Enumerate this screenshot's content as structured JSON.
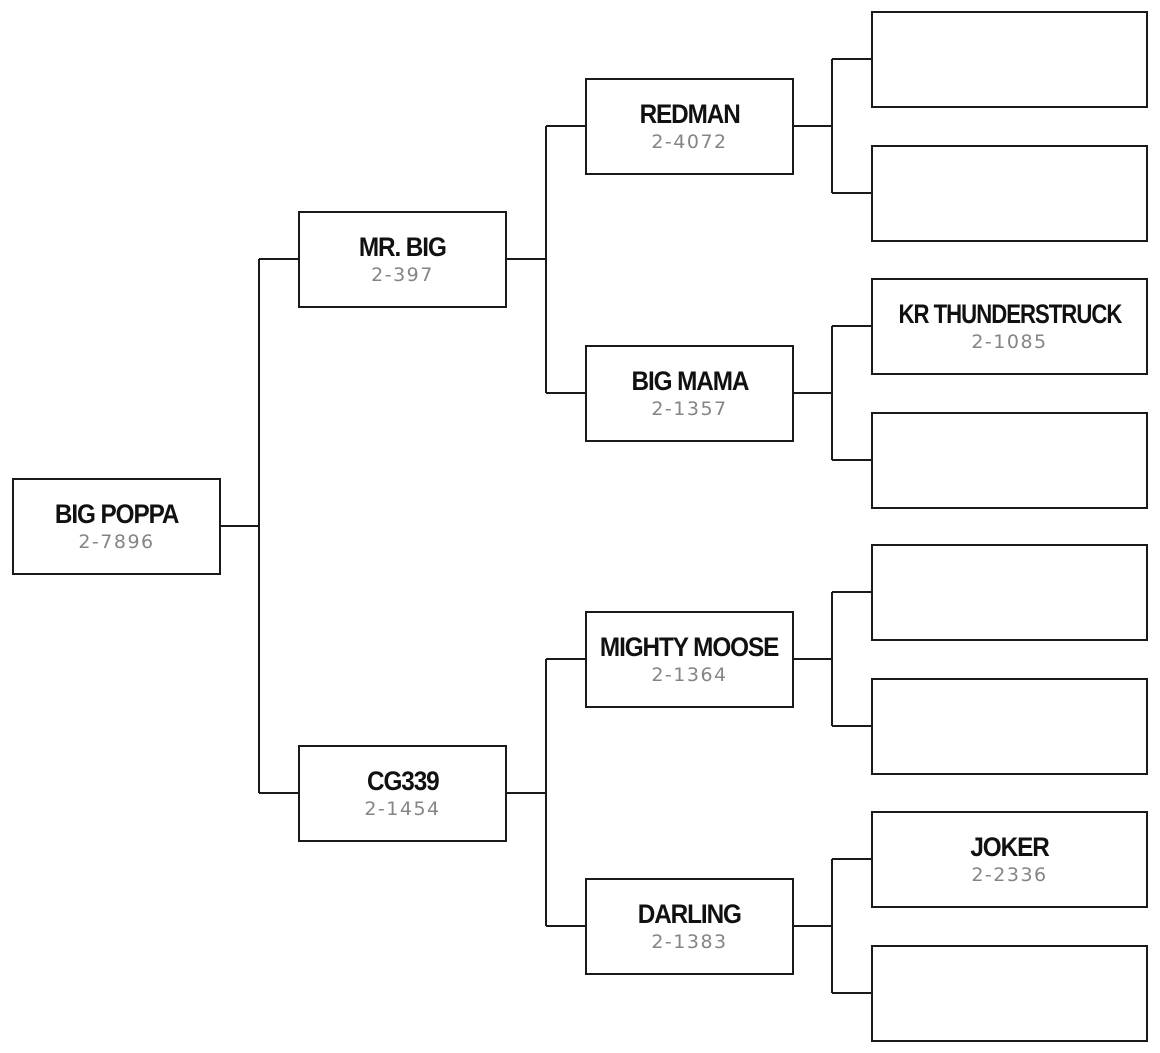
{
  "pedigree": {
    "root": {
      "name": "BIG POPPA",
      "id": "2-7896"
    },
    "sire": {
      "name": "MR. BIG",
      "id": "2-397"
    },
    "dam": {
      "name": "CG339",
      "id": "2-1454"
    },
    "sire_sire": {
      "name": "REDMAN",
      "id": "2-4072"
    },
    "sire_dam": {
      "name": "BIG MAMA",
      "id": "2-1357"
    },
    "dam_sire": {
      "name": "MIGHTY MOOSE",
      "id": "2-1364"
    },
    "dam_dam": {
      "name": "DARLING",
      "id": "2-1383"
    },
    "ss_sire": {
      "name": "",
      "id": ""
    },
    "ss_dam": {
      "name": "",
      "id": ""
    },
    "sd_sire": {
      "name": "KR THUNDERSTRUCK",
      "id": "2-1085"
    },
    "sd_dam": {
      "name": "",
      "id": ""
    },
    "ds_sire": {
      "name": "",
      "id": ""
    },
    "ds_dam": {
      "name": "",
      "id": ""
    },
    "dd_sire": {
      "name": "JOKER",
      "id": "2-2336"
    },
    "dd_dam": {
      "name": "",
      "id": ""
    }
  }
}
